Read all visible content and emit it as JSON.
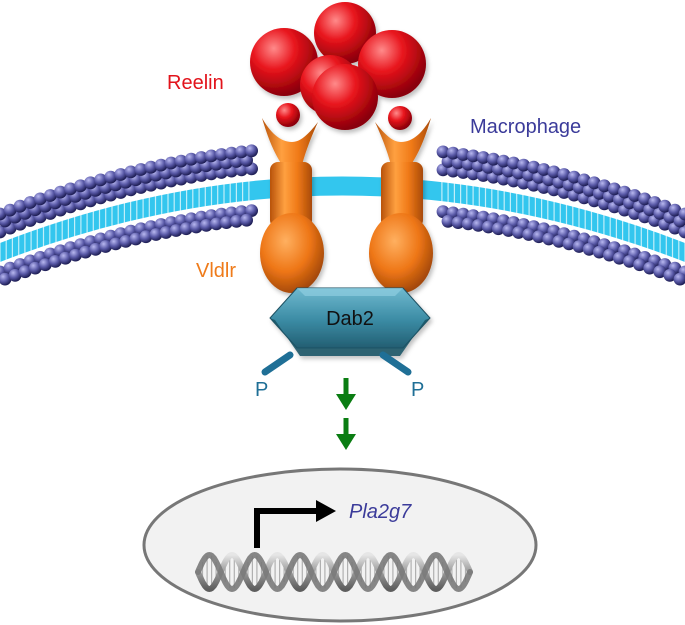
{
  "labels": {
    "reelin": "Reelin",
    "macrophage": "Macrophage",
    "vldlr": "Vldlr",
    "dab2": "Dab2",
    "phospho_left": "P",
    "phospho_right": "P",
    "gene": "Pla2g7"
  },
  "colors": {
    "reelin": "#e2131b",
    "macrophage": "#3b3b9a",
    "vldlr": "#ef7b1a",
    "dab2": "#3b8ba3",
    "phospho": "#1f6f96",
    "arrow": "#0a7d12",
    "membrane_head": "#5a5aa8",
    "membrane_tail": "#33c6ee",
    "gene": "#3b3b9a"
  },
  "icons": {
    "reelin": "reelin-cluster-icon",
    "vldlr": "receptor-icon",
    "dab2": "hexagon-icon",
    "dna": "dna-helix-icon",
    "nucleus": "nucleus-ellipse-icon"
  }
}
